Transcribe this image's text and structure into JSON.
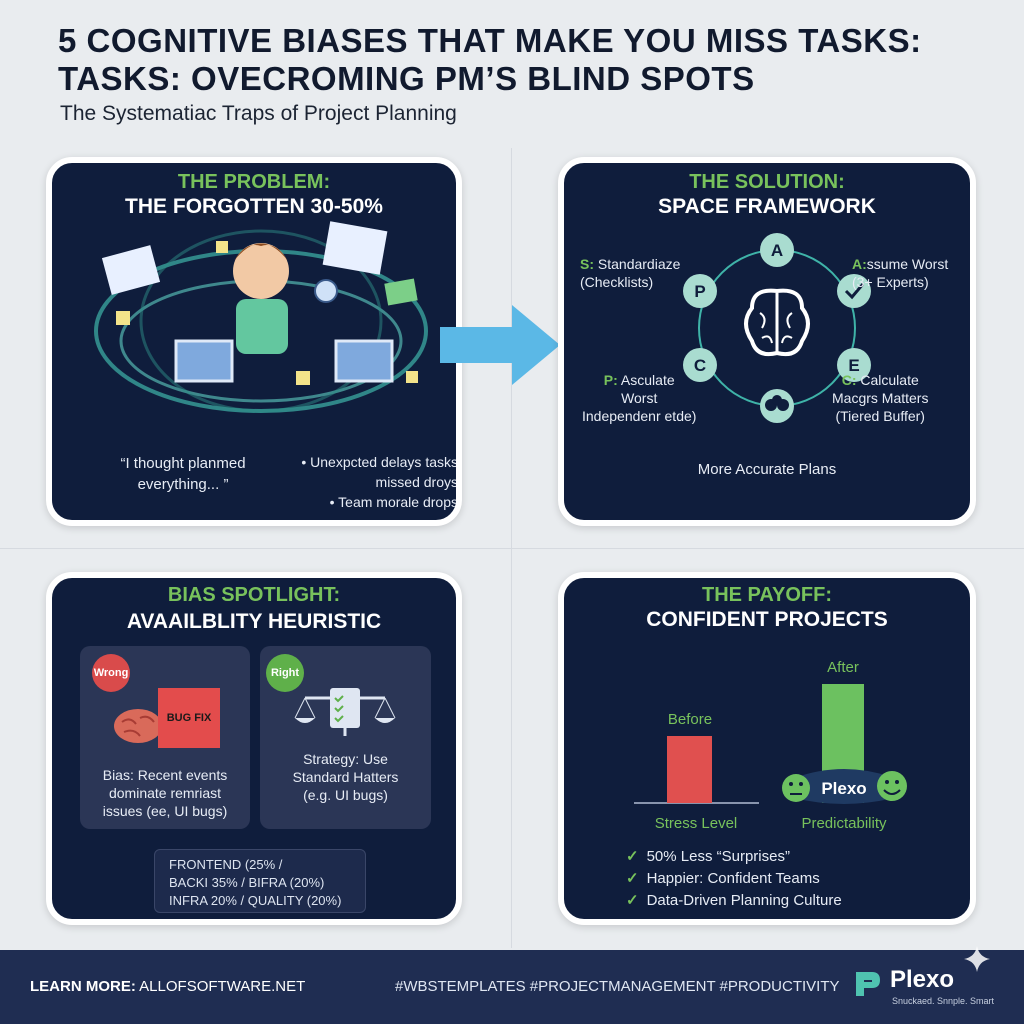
{
  "header": {
    "title_line1": "5 COGNITIVE BIASES THAT MAKE YOU MISS TASKS:",
    "title_line2": "TASKS: OVECROMING PM’S BLIND SPOTS",
    "subtitle": "The Systematiac Traps of Project Planning"
  },
  "problem": {
    "kicker": "THE PROBLEM:",
    "heading": "THE FORGOTTEN 30-50%",
    "quote_line1": "“I thought planmed",
    "quote_line2": "everything... ”",
    "bullets": [
      "• Unexpcted delays tasks",
      "missed droys",
      "• Team morale drops"
    ]
  },
  "solution": {
    "kicker": "THE SOLUTION:",
    "heading": "SPACE FRAMEWORK",
    "nodes": [
      "A",
      "P",
      "C",
      "E"
    ],
    "s_key": "S:",
    "s_text1": "Standardiaze",
    "s_text2": "(Checklists)",
    "a_key": "A:",
    "a_text1": "ssume Worst",
    "a_text2": "(3+ Experts)",
    "p_key": "P:",
    "p_text1": "Asculate",
    "p_text2": "Worst",
    "p_text3": "Independenr etde)",
    "c_key": "C:",
    "c_text1": "Calculate",
    "c_text2": "Macgrs Matters",
    "c_text3": "(Tiered Buffer)",
    "footer": "More Accurate Plans"
  },
  "bias": {
    "kicker": "BIAS SPOTLIGHT:",
    "heading": "AVAAILBLITY HEURISTIC",
    "wrong_badge": "Wrong",
    "bugfix_label": "BUG FIX",
    "wrong_text1": "Bias: Recent events",
    "wrong_text2": "dominate remriast",
    "wrong_text3": "issues (ee, UI bugs)",
    "right_badge": "Right",
    "right_text1": "Strategy: Use",
    "right_text2": "Standard Hatters",
    "right_text3": "(e.g. UI bugs)",
    "alloc_line1": "FRONTEND (25% /",
    "alloc_line2": "BACKI 35% / BIFRA (20%)",
    "alloc_line3": "INFRA 20% / QUALITY (20%)"
  },
  "payoff": {
    "kicker": "THE PAYOFF:",
    "heading": "CONFIDENT PROJECTS",
    "before_label": "Before",
    "after_label": "After",
    "stress_label": "Stress Level",
    "predict_label": "Predictability",
    "plexo_label": "Plexo",
    "checks": [
      "50% Less “Surprises”",
      "Happier: Confident Teams",
      "Data-Driven Planning Culture"
    ],
    "colors": {
      "before": "#e0504f",
      "after": "#6cc160"
    }
  },
  "footer": {
    "learn_label": "LEARN MORE:",
    "learn_url": "ALLOFSOFTWARE.NET",
    "hashtags": "#WBSTEMPLATES #PROJECTMANAGEMENT #PRODUCTIVITY",
    "brand_name": "Plexo",
    "brand_tagline": "Snuckaed. Snnple. Smart"
  },
  "icons": [
    "brain-icon",
    "check-icon",
    "people-icon",
    "arrow-right-icon",
    "scale-icon",
    "clipboard-icon",
    "neutral-face-icon",
    "smile-face-icon",
    "plexo-logo-icon",
    "sparkle-icon"
  ]
}
